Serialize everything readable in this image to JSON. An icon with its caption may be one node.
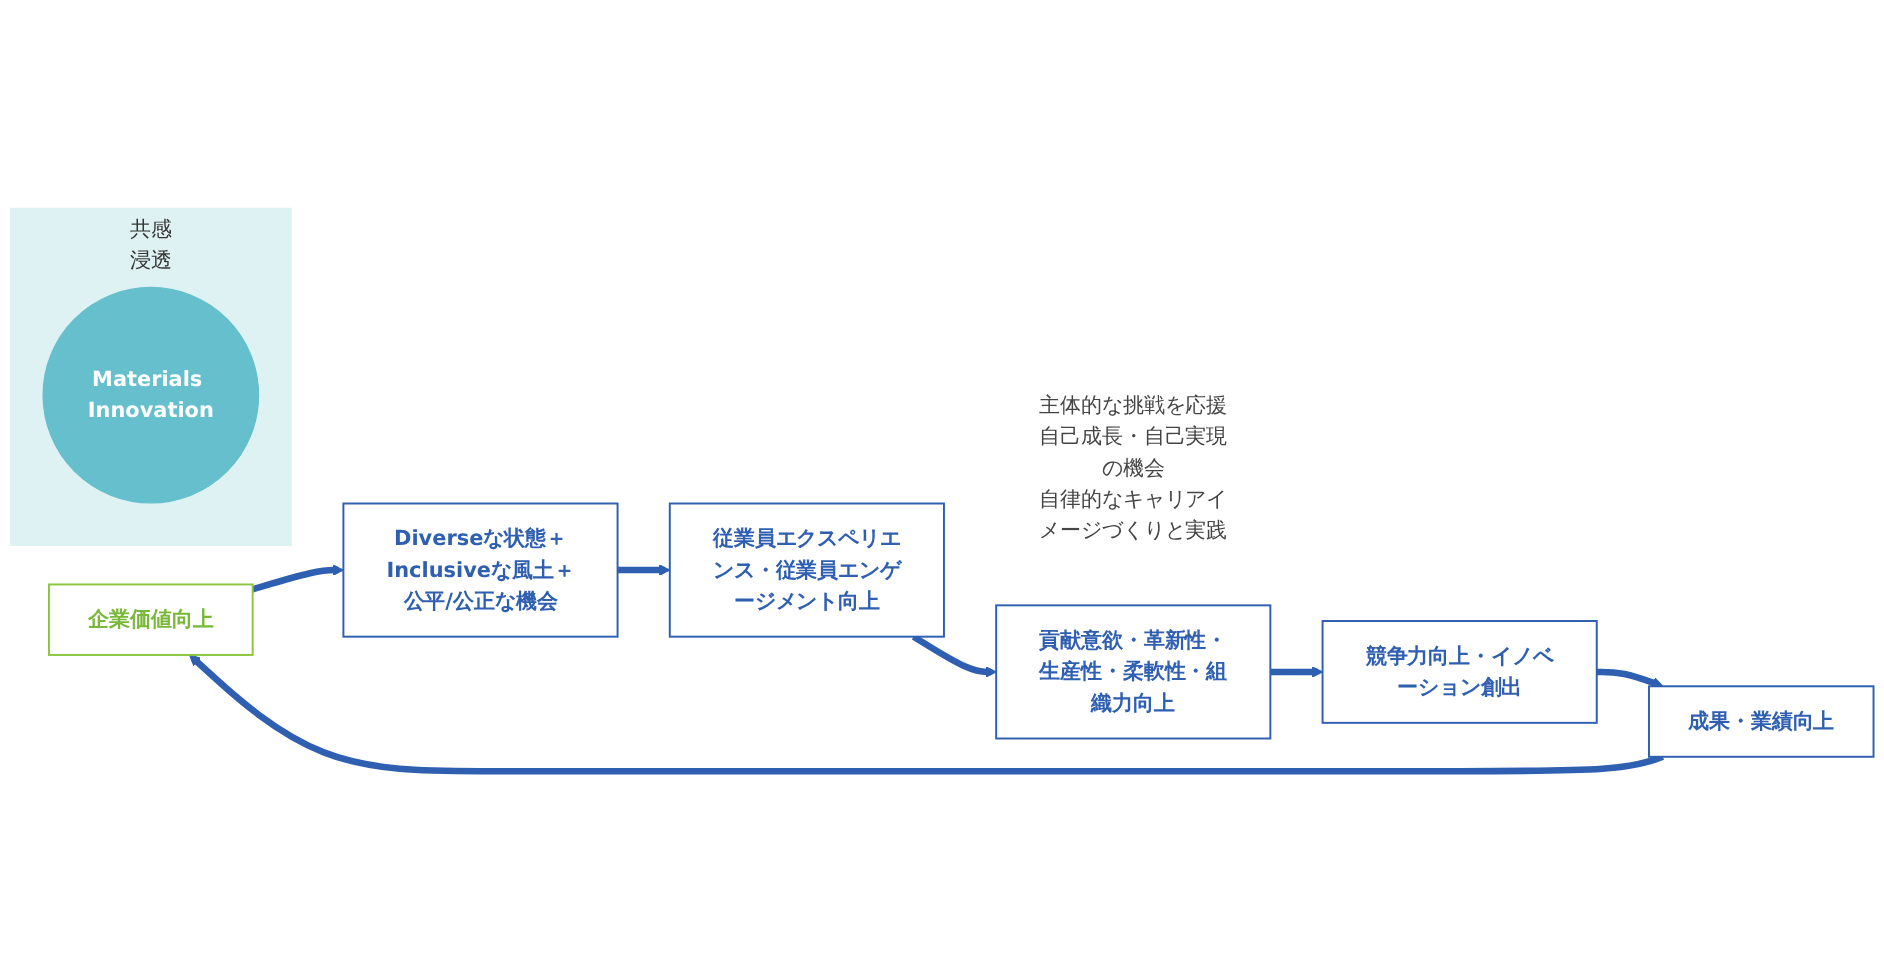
{
  "diagram": {
    "nodes": [
      {
        "text": [
          "企業価値向上"
        ]
      },
      {
        "text": [
          "Diverseな状態＋Inclusiveな風土＋公平/公正な機会"
        ]
      },
      {
        "text": [
          "従業員エクスペリエンス・従業員エンゲージメント向上"
        ],
        "beside": [
          "主体的な挑戦を応援",
          "自己成長・自己実現の機会",
          "自律的なキャリアイメージづくりと実践"
        ]
      },
      {
        "text": [
          "貢献意欲・革新性・生産性・柔軟性・組織力向上"
        ]
      },
      {
        "text": [
          "競争力向上・イノベーション創出"
        ]
      },
      {
        "text": [
          "成果・業績向上"
        ]
      },
      {
        "text": [
          "共感",
          "浸透"
        ]
      },
      {
        "text": [
          "Materials Innovation"
        ],
        "in": 6
      }
    ],
    "edges": [
      {
        "from": 0,
        "to": 1,
        "arrow": "to"
      },
      {
        "from": 1,
        "to": 2,
        "arrow": "to"
      },
      {
        "from": 2,
        "to": 3,
        "arrow": "to"
      },
      {
        "from": 3,
        "to": 4,
        "arrow": "to"
      },
      {
        "from": 4,
        "to": 5,
        "arrow": "to"
      },
      {
        "from": 5,
        "to": 0,
        "arrow": "to"
      }
    ]
  }
}
